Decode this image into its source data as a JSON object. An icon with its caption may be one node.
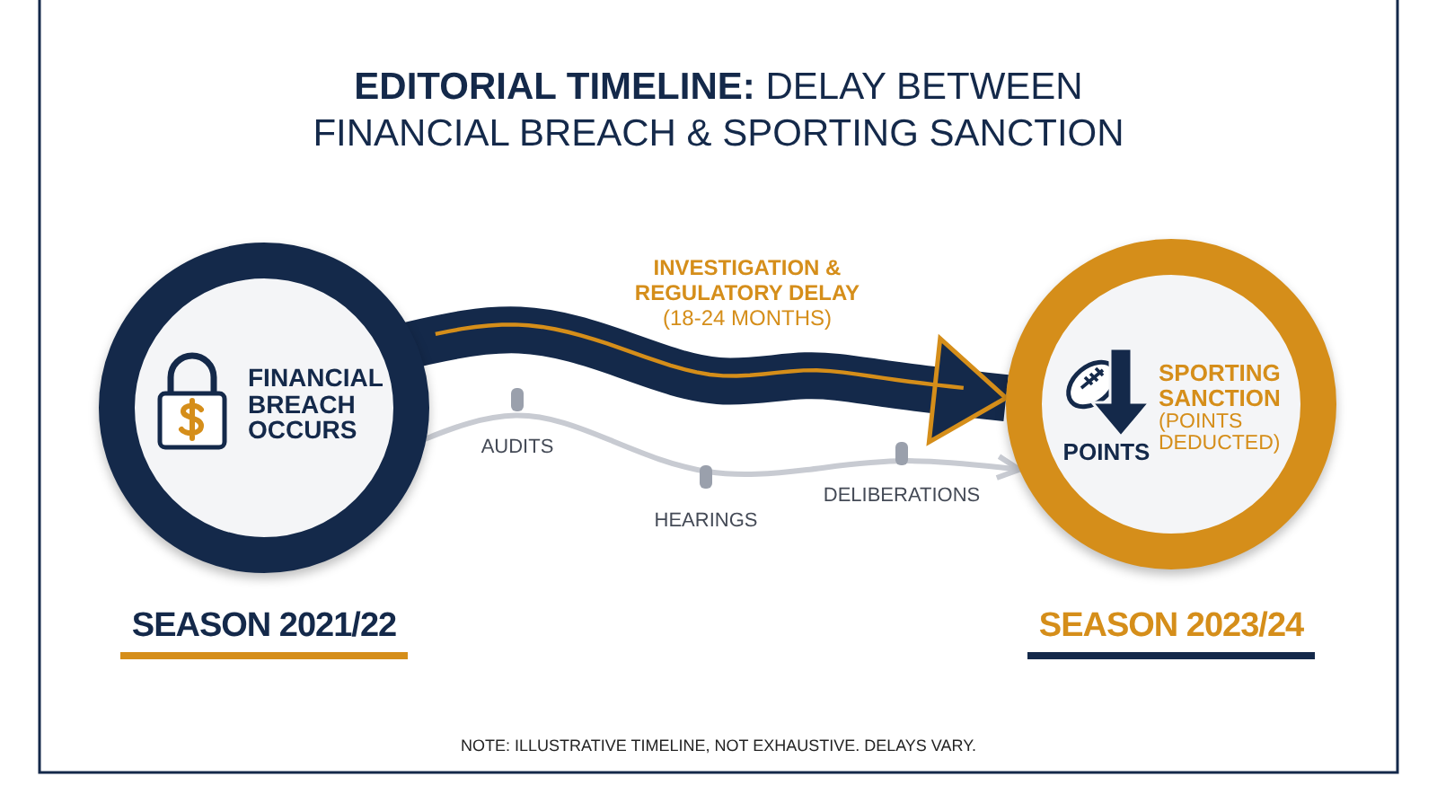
{
  "diagram": {
    "title": "**EDITORIAL TIMELINE:** DELAY BETWEEN FINANCIAL BREACH & SPORTING SANCTION",
    "caption": "NOTE: ILLUSTRATIVE TIMELINE, NOT EXHAUSTIVE. DELAYS VARY.",
    "nodes": [
      {
        "text": [
          "FINANCIAL BREACH OCCURS"
        ],
        "beside": [
          "SEASON 2021/22"
        ]
      },
      {
        "text": [
          "POINTS",
          "SPORTING SANCTION",
          "(POINTS DEDUCTED)"
        ],
        "beside": [
          "SEASON 2023/24"
        ]
      }
    ],
    "edges": [
      {
        "from": 0,
        "to": 1,
        "arrow": "to",
        "style": "thick",
        "label": "**INVESTIGATION & REGULATORY DELAY** (18-24 MONTHS)"
      },
      {
        "from": 0,
        "to": 1,
        "arrow": "to",
        "color": "#c8cbd2"
      }
    ],
    "labels": [
      "AUDITS",
      "HEARINGS",
      "DELIBERATIONS"
    ]
  }
}
